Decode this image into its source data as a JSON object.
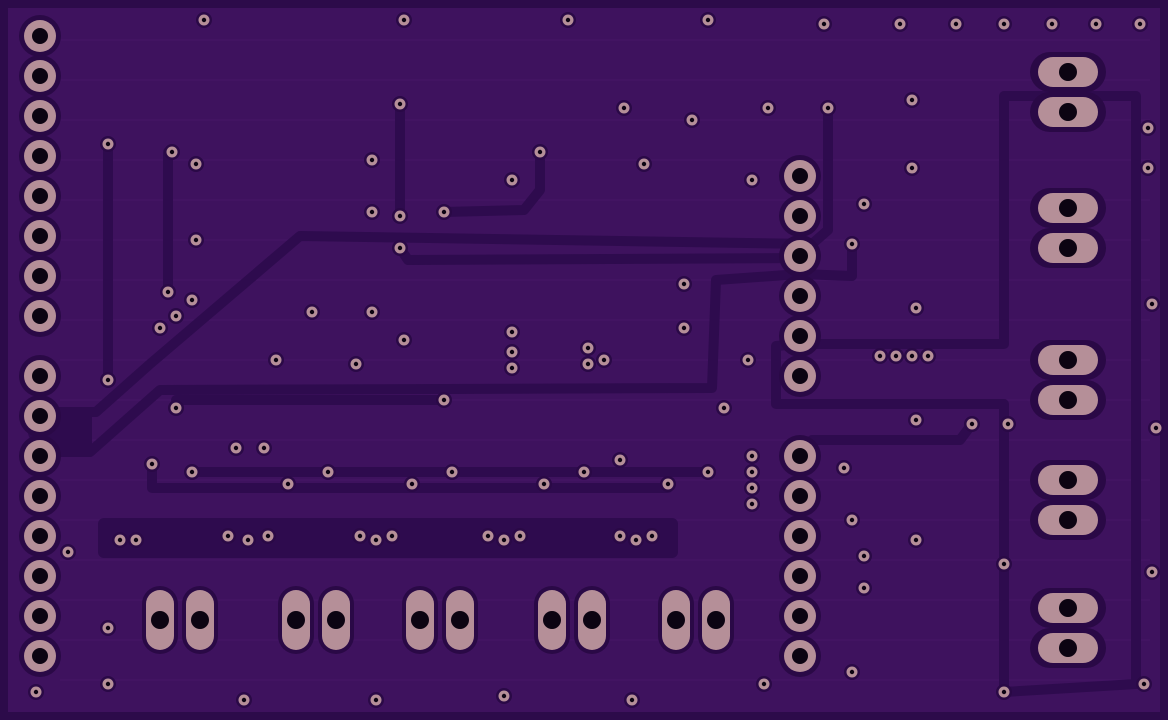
{
  "colors": {
    "board_edge": "#2c0b4a",
    "board": "#3e125e",
    "copper": "#2e0b4e",
    "silk_line": "#4b1a70",
    "pad": "#b58f98",
    "hole": "#0c0412",
    "pad_clearance": "#2a0946"
  },
  "components": {
    "header_left": {
      "name": "left-pin-header",
      "pins": 16
    },
    "header_mid_top": {
      "name": "middle-pin-header-top",
      "pins": 6
    },
    "header_mid_bottom": {
      "name": "middle-pin-header-bottom",
      "pins": 6
    },
    "bottom_pad_pairs": 5,
    "right_pad_pairs": 5
  }
}
